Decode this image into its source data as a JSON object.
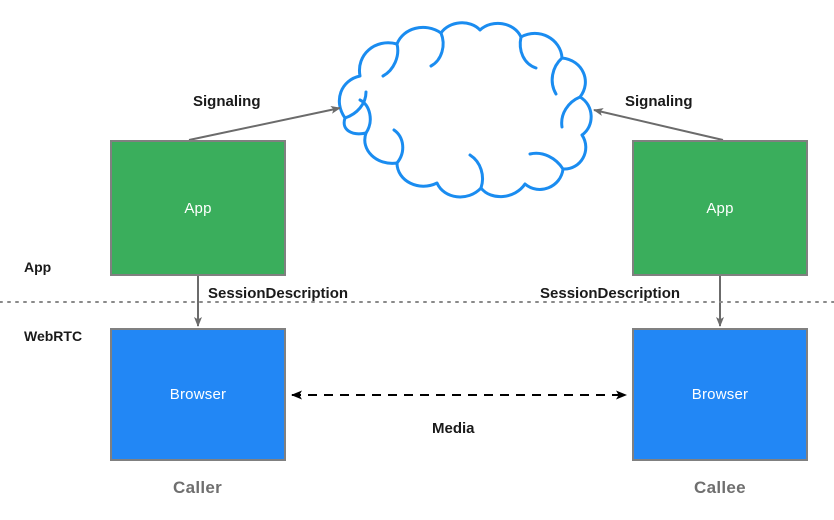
{
  "diagram": {
    "title": "WebRTC signaling and media architecture",
    "type": "architecture-diagram",
    "colors": {
      "app_box_fill": "#3aae5c",
      "browser_box_fill": "#2287f5",
      "box_border": "#808080",
      "cloud_stroke": "#1a8cf0",
      "arrow_gray": "#6b6b6b",
      "arrow_black": "#000000",
      "role_label": "#6f6f6f",
      "background": "#ffffff"
    }
  },
  "layers": {
    "app_label": "App",
    "webrtc_label": "WebRTC"
  },
  "nodes": {
    "app_caller": {
      "label": "App"
    },
    "app_callee": {
      "label": "App"
    },
    "browser_caller": {
      "label": "Browser"
    },
    "browser_callee": {
      "label": "Browser"
    }
  },
  "roles": {
    "caller": "Caller",
    "callee": "Callee"
  },
  "cloud": {
    "name": "signaling-cloud",
    "label": ""
  },
  "edges": {
    "signaling_left": "Signaling",
    "signaling_right": "Signaling",
    "sessiondescription_left": "SessionDescription",
    "sessiondescription_right": "SessionDescription",
    "media": "Media"
  }
}
